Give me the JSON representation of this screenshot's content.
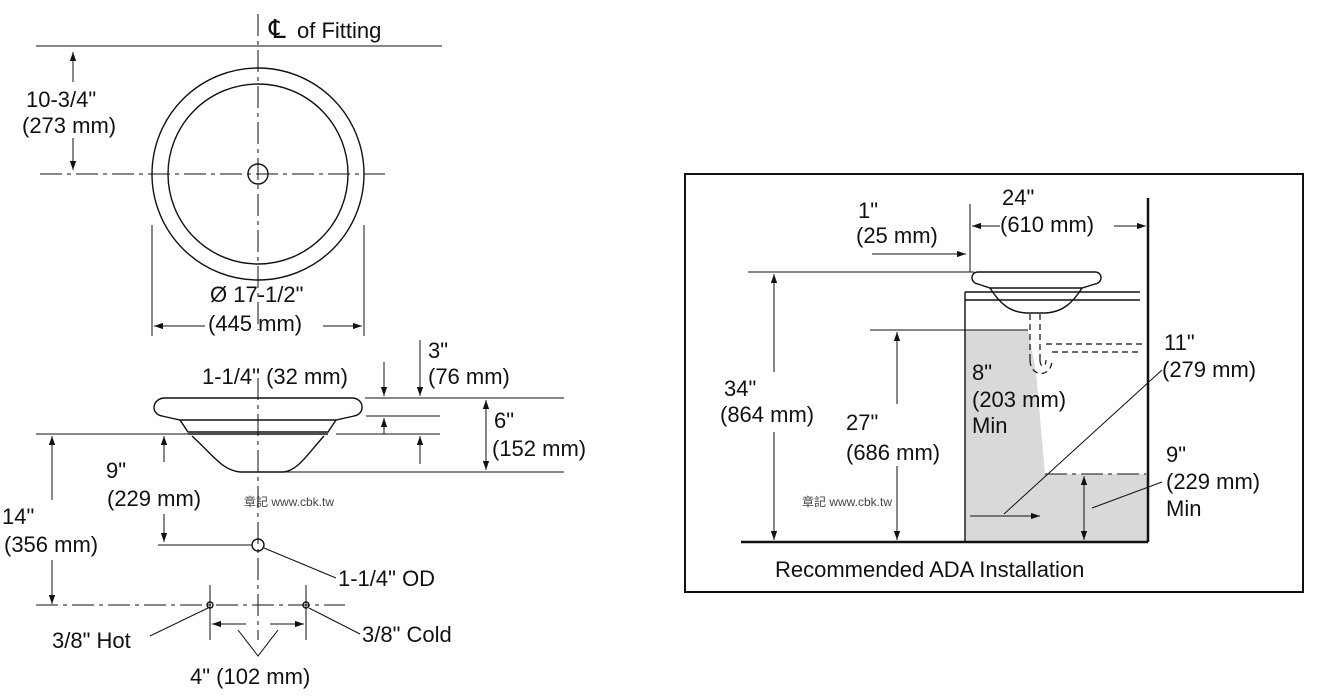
{
  "left_drawing": {
    "cl_label": "of Fitting",
    "depth_label": [
      "10-3/4\"",
      "(273 mm)"
    ],
    "diameter_label": [
      "Ø 17-1/2\"",
      "(445 mm)"
    ],
    "rim_label": "1-1/4\" (32 mm)",
    "top_height_label": [
      "3\"",
      "(76 mm)"
    ],
    "bowl_height_label": [
      "6\"",
      "(152 mm)"
    ],
    "drain_label": [
      "9\"",
      "(229 mm)"
    ],
    "supply_label": [
      "14\"",
      "(356 mm)"
    ],
    "watermark": "章記 www.cbk.tw",
    "drain_od_label": "1-1/4\" OD",
    "hot_label": "3/8\" Hot",
    "cold_label": "3/8\" Cold",
    "spacing_label": "4\" (102 mm)"
  },
  "right_drawing": {
    "setback_label": [
      "1\"",
      "(25 mm)"
    ],
    "width_label": [
      "24\"",
      "(610 mm)"
    ],
    "rim_height_label": [
      "34\"",
      "(864 mm)"
    ],
    "knee_height_label": [
      "27\"",
      "(686 mm)"
    ],
    "knee_depth_label": [
      "8\"",
      "(203 mm)",
      "Min"
    ],
    "clearance_label": [
      "11\"",
      "(279 mm)"
    ],
    "toe_label": [
      "9\"",
      "(229 mm)",
      "Min"
    ],
    "watermark": "章記 www.cbk.tw",
    "caption": "Recommended ADA Installation"
  },
  "colors": {
    "line": "#111111",
    "knee_space": "#d9d9d9"
  }
}
